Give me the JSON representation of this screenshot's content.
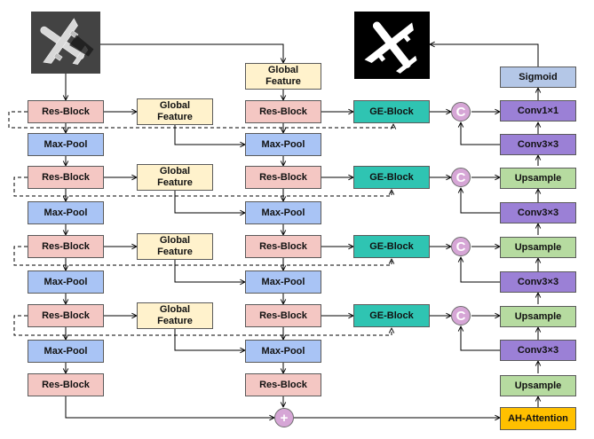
{
  "labels": {
    "res_block": "Res-Block",
    "max_pool": "Max-Pool",
    "global_feature_1": "Global",
    "global_feature_2": "Feature",
    "ge_block": "GE-Block",
    "concat": "C",
    "add": "+",
    "conv1x1": "Conv1×1",
    "conv3x3": "Conv3×3",
    "upsample": "Upsample",
    "sigmoid": "Sigmoid",
    "ah_attention": "AH-Attention"
  },
  "colors": {
    "res_block": "#f4c7c3",
    "max_pool": "#a9c4f5",
    "global_feature": "#fff2cc",
    "ge_block": "#2fc4b2",
    "conv": "#9b80d6",
    "upsample": "#b6dba0",
    "sigmoid": "#b4c7e7",
    "ah_attention": "#ffc000",
    "operator": "#d6a6d6"
  },
  "images": {
    "input": "airplane-infrared-input",
    "output": "airplane-segmentation-mask"
  }
}
